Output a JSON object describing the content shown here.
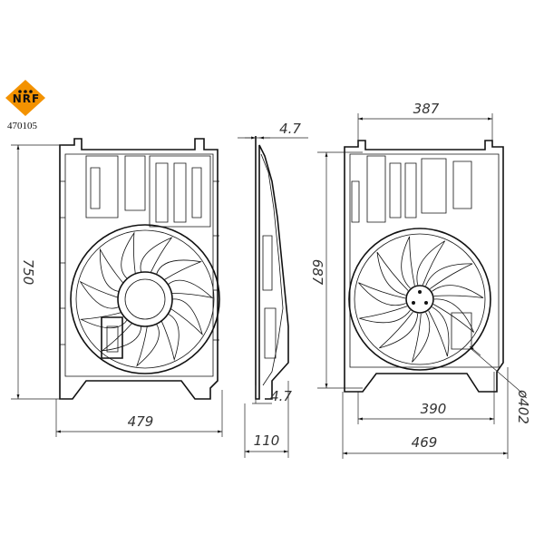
{
  "brand": {
    "logo_text": "NRF",
    "part_number": "470105",
    "logo_color": "#f39200"
  },
  "dimensions": {
    "front_height": "750",
    "front_width": "479",
    "side_top_offset": "4.7",
    "side_bottom_offset": "4.7",
    "side_depth": "110",
    "rear_top_width": "387",
    "rear_height": "687",
    "rear_inner_width": "390",
    "rear_total_width": "469",
    "fan_diameter": "ø402"
  }
}
